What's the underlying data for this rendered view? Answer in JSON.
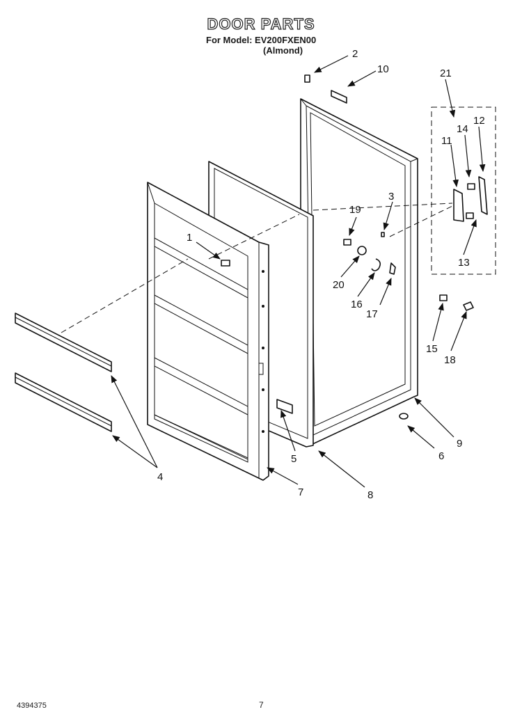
{
  "header": {
    "title": "DOOR PARTS",
    "model_line": "For Model: EV200FXEN00",
    "color_line": "(Almond)"
  },
  "footer": {
    "doc_number": "4394375",
    "page_number": "7"
  },
  "callouts": [
    "1",
    "2",
    "3",
    "4",
    "5",
    "6",
    "7",
    "8",
    "9",
    "10",
    "11",
    "12",
    "13",
    "14",
    "15",
    "16",
    "17",
    "18",
    "19",
    "20",
    "21"
  ]
}
